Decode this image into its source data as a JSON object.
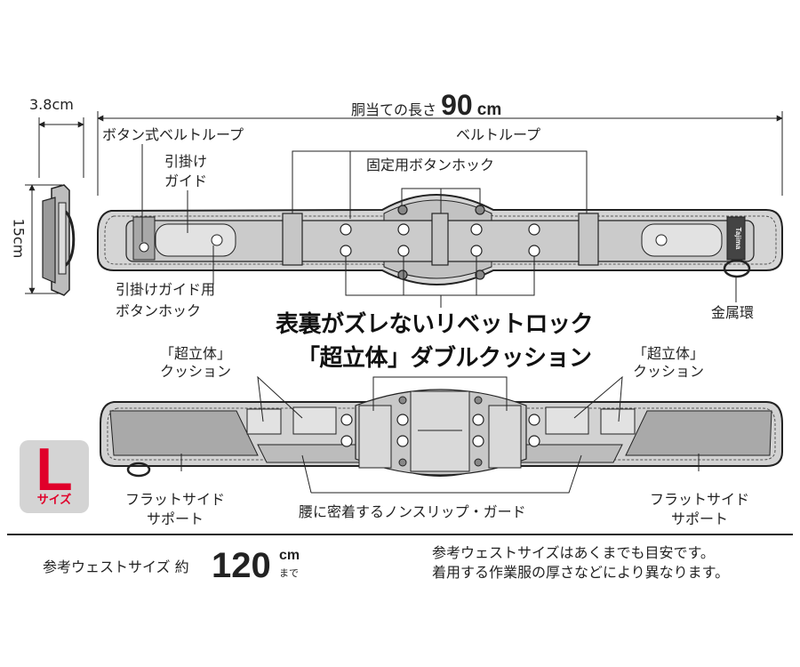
{
  "dimensions": {
    "width_label": "3.8cm",
    "height_label": "15cm",
    "length_prefix": "胴当ての長さ",
    "length_value": "90",
    "length_unit": "cm"
  },
  "top_labels": {
    "button_belt_loop": "ボタン式ベルトループ",
    "hook_guide_l1": "引掛け",
    "hook_guide_l2": "ガイド",
    "belt_loop": "ベルトループ",
    "fixing_button_hook": "固定用ボタンホック",
    "hook_guide_hook_l1": "引掛けガイド用",
    "hook_guide_hook_l2": "ボタンホック",
    "metal_ring": "金属環",
    "brand": "Tajima"
  },
  "headlines": {
    "rivet_lock": "表裏がズレないリベットロック",
    "double_cushion": "「超立体」ダブルクッション"
  },
  "bottom_labels": {
    "cushion_left_l1": "「超立体」",
    "cushion_left_l2": "クッション",
    "cushion_right_l1": "「超立体」",
    "cushion_right_l2": "クッション",
    "flat_side_left_l1": "フラットサイド",
    "flat_side_left_l2": "サポート",
    "flat_side_right_l1": "フラットサイド",
    "flat_side_right_l2": "サポート",
    "non_slip_guard": "腰に密着するノンスリップ・ガード"
  },
  "size_badge": {
    "letter": "L",
    "text": "サイズ",
    "badge_color": "#e0002a"
  },
  "waist": {
    "label": "参考ウェストサイズ 約",
    "value": "120",
    "unit": "cm",
    "unit_sub": "まで",
    "note_l1": "参考ウェストサイズはあくまでも目安です。",
    "note_l2": "着用する作業服の厚さなどにより異なります。"
  }
}
